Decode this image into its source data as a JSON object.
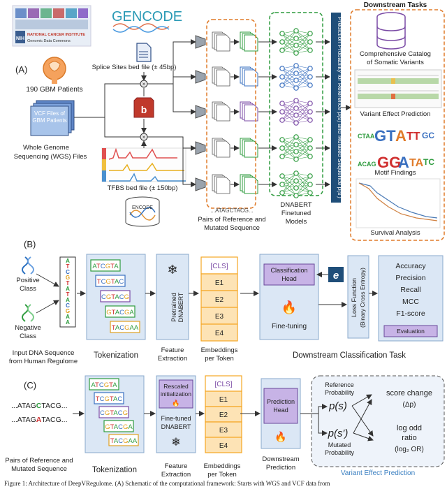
{
  "colors": {
    "blue_box": "#dbe7f5",
    "orange": "#f5a623",
    "orange_fill": "#fde3b5",
    "purple": "#c7b3e6",
    "green_dash": "#2e9b3e",
    "orange_dash": "#e07b2a",
    "dark_blue": "#1f4e79",
    "var_blue": "#3a7fc1"
  },
  "panel_a": {
    "label": "(A)",
    "nih_org": "NATIONAL CANCER INSTITUTE",
    "gdc": "Genomic Data Commons",
    "nih": "NIH",
    "gencode": "GENCODE",
    "splice": "Splice Sites bed file (± 45bp)",
    "patients": "190 GBM Patients",
    "vcf": "VCF Files of GBM Patients",
    "wgs1": "Whole Genome",
    "wgs2": "Sequencing (WGS) Files",
    "tfbs": "TFBS bed file (± 150bp)",
    "encode": "ENCODE",
    "seq": "...ATAGCTACG...",
    "pairs1": "Pairs of Reference and",
    "pairs2": "Mutated Sequence",
    "dnabert1": "DNABERT",
    "dnabert2": "Finetuned",
    "dnabert3": "Models",
    "vertical": "Prediction Probability for Reference p(s) and Mutated Sequence p(s')",
    "downstream_title": "Downstream Tasks",
    "catalog1": "Comprehensive Catalog",
    "catalog2": "of Somatic Variants",
    "vep": "Variant Effect Prediction",
    "motif": "Motif Findings",
    "survival": "Survival Analysis"
  },
  "panel_b": {
    "label": "(B)",
    "pos1": "Positive",
    "pos2": "Class",
    "neg1": "Negative",
    "neg2": "Class",
    "seq": "ATCGTATACGAA",
    "input1": "Input DNA Sequence",
    "input2": "from Human Regulome",
    "kmers": [
      "ATCGTA",
      "TCGTAC",
      "CGTACG",
      "GTACGA",
      "TACGAA"
    ],
    "tokenization": "Tokenization",
    "pretrained1": "Pretrained",
    "pretrained2": "DNABERT",
    "feat1": "Feature",
    "feat2": "Extraction",
    "tokens": [
      "[CLS]",
      "E1",
      "E2",
      "E3",
      "E4"
    ],
    "emb1": "Embeddings",
    "emb2": "per Token",
    "class_head1": "Classification",
    "class_head2": "Head",
    "finetune": "Fine-tuning",
    "loss1": "Loss Function",
    "loss2": "(Binary Cross Entropy)",
    "metrics": [
      "Accuracy",
      "Precision",
      "Recall",
      "MCC",
      "F1-score"
    ],
    "evaluation": "Evaluation",
    "task": "Downstream Classification Task"
  },
  "panel_c": {
    "label": "(C)",
    "seq1a": "...ATAG",
    "seq1b": "C",
    "seq1c": "TACG...",
    "seq2a": "...ATAG",
    "seq2b": "A",
    "seq2c": "TACG...",
    "pairs1": "Pairs of Reference and",
    "pairs2": "Mutated Sequence",
    "kmers": [
      "ATCGTA",
      "TCGTAC",
      "CGTACG",
      "GTACGA",
      "TACGAA"
    ],
    "tokenization": "Tokenization",
    "rescaled1": "Rescaled",
    "rescaled2": "initialization",
    "finetuned1": "Fine-tuned",
    "finetuned2": "DNABERT",
    "feat1": "Feature",
    "feat2": "Extraction",
    "tokens": [
      "[CLS]",
      "E1",
      "E2",
      "E3",
      "E4"
    ],
    "emb1": "Embeddings",
    "emb2": "per Token",
    "pred_head1": "Prediction",
    "pred_head2": "Head",
    "down1": "Downstream",
    "down2": "Prediction",
    "ref1": "Reference",
    "ref2": "Probability",
    "ps": "p(s)",
    "psp": "p(s′)",
    "mut1": "Mutated",
    "mut2": "Probability",
    "score1": "score change",
    "score2": "(Δp)",
    "log1": "log odd",
    "log2": "ratio",
    "log3": "(log₂ OR)",
    "vep": "Variant Effect Prediction"
  },
  "caption": "Figure 1: Architecture of DeepVRegulome. (A) Schematic of the computational framework: Starts with WGS and VCF data from"
}
